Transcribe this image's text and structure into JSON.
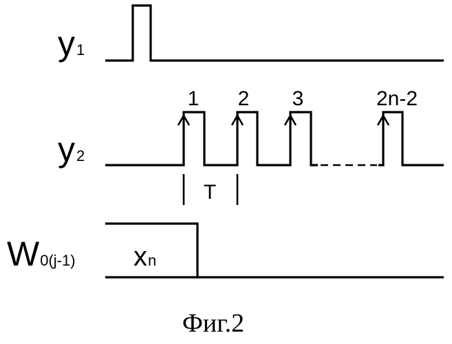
{
  "signals": {
    "y1": {
      "main": "y",
      "sub": "1"
    },
    "y2": {
      "main": "y",
      "sub": "2"
    },
    "w": {
      "main": "W",
      "sub": "0(j-1)"
    }
  },
  "pulse_labels": [
    "1",
    "2",
    "3",
    "2n-2"
  ],
  "period_label": "T",
  "register_value": {
    "main": "x",
    "sub": "n"
  },
  "caption": "Фиг.2"
}
